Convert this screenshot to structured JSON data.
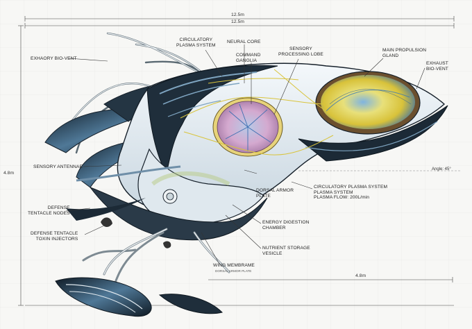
{
  "dimensions": {
    "top_outer": "12.5m",
    "top_inner": "12.5m",
    "left_height": "4.8m",
    "bottom_width": "4.8m",
    "angle": "Angle: 45°"
  },
  "labels": {
    "exhaory_bio_vent": "EXHAORY BIO-VENT",
    "circulatory_plasma_system": [
      "CIRCULATORY",
      "PLASMA SYSTEM"
    ],
    "neural_core": "NEURAL CORE",
    "command_ganglia": [
      "COMMAND",
      "GANGLIA"
    ],
    "sensory_processing_lobe": [
      "SENSORY",
      "PROCESSING LOBE"
    ],
    "main_propulsion_gland": [
      "MAIN PROPULSION",
      "GLAND"
    ],
    "exhaust_bio_vent": [
      "EXHAUST",
      "BIO-VENT"
    ],
    "sensory_antennae": "SENSORY ANTENNAE",
    "defense_tentacle_nodes": [
      "DEFENSE",
      "TENTACLE NODES"
    ],
    "defense_tentacle_toxin_injectors": [
      "DEFENSE TENTACLE",
      "TOXIN INJECTORS"
    ],
    "dorsal_armor_plate": [
      "DORSAL ARMOR",
      "PLATE"
    ],
    "circulatory_plasma_system_flow": [
      "CIRCULATORY PLASMA SYSTEM",
      "PLASMA SYSTEM",
      "PLASMA FLOW: 200L/min"
    ],
    "energy_digestion_chamber": [
      "ENERGY DIGESTION",
      "CHAMBER"
    ],
    "nutrient_storage_vesicle": [
      "NUTRIENT STORAGE",
      "VESICLE"
    ],
    "wing_membrame": "WING MEMBRAME",
    "dorsal_armor_plate_small": "DORSAL ARMOR PLATE"
  },
  "colors": {
    "outline": "#16202a",
    "armor_dark": "#1c2a36",
    "armor_blue": "#5f88a6",
    "shell": "#e3ebf0",
    "brain": "#c9a6c4",
    "gland_yellow": "#e6d24a",
    "gland_blue": "#3a78b6",
    "vein_yellow": "#d9c43c",
    "grid": "#e2e2e2"
  }
}
